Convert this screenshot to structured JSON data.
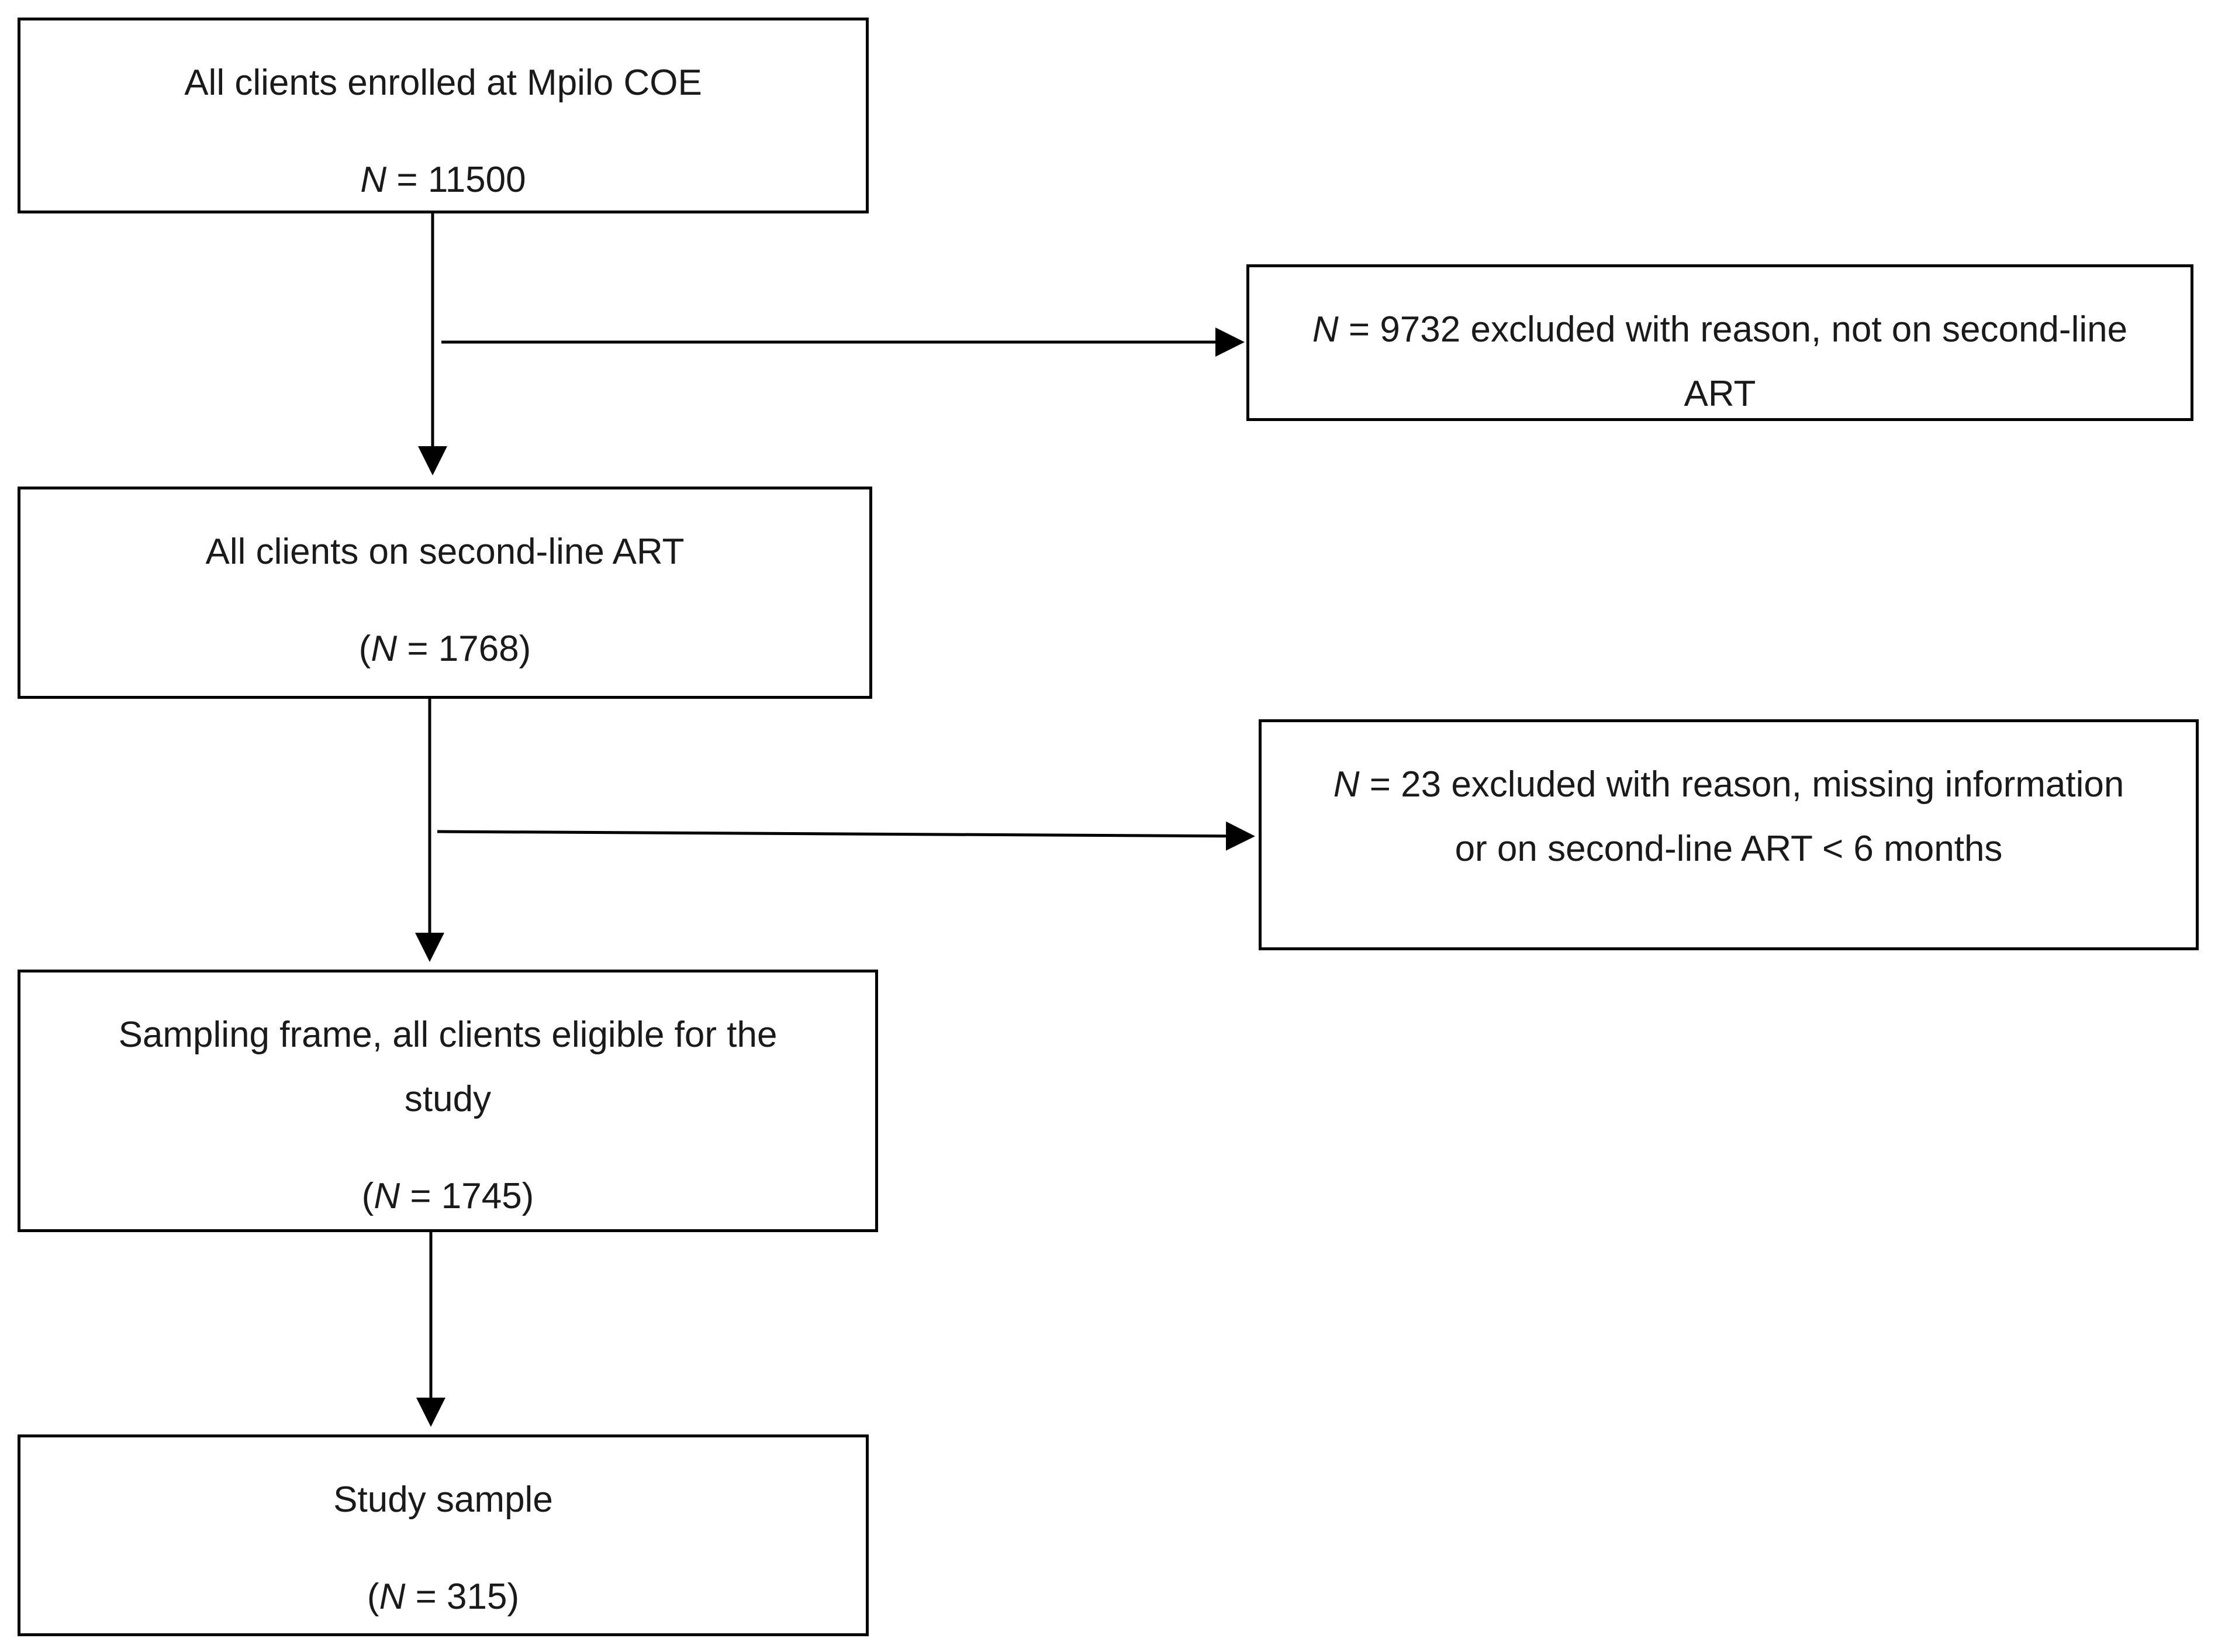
{
  "flow": {
    "enrolled": {
      "label": "All clients enrolled at Mpilo COE",
      "n_symbol": "N",
      "n_text": " = 11500"
    },
    "exclusion_1": {
      "n_symbol": "N",
      "line1": " = 9732 excluded with reason, not on second-line",
      "line2": "ART"
    },
    "second_line": {
      "label": "All clients on second-line ART",
      "open_paren": "(",
      "n_symbol": "N",
      "n_text": " = 1768)"
    },
    "exclusion_2": {
      "n_symbol": "N",
      "line1": " = 23 excluded with reason, missing information",
      "line2": "or on second-line ART < 6 months"
    },
    "sampling_frame": {
      "label_line1": "Sampling frame, all clients eligible for the",
      "label_line2": "study",
      "open_paren": "(",
      "n_symbol": "N",
      "n_text": " = 1745)"
    },
    "study_sample": {
      "label": "Study sample",
      "open_paren": "(",
      "n_symbol": "N",
      "n_text": " = 315)"
    }
  }
}
